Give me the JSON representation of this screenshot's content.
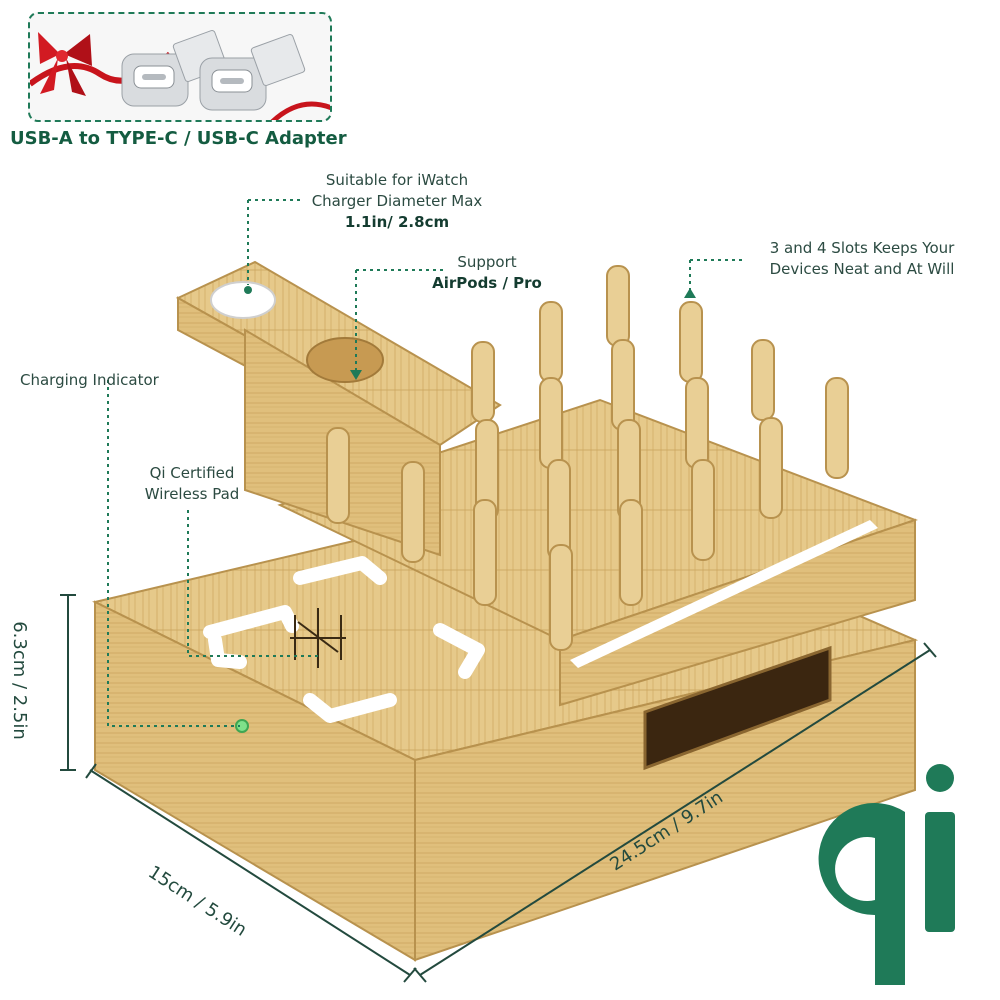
{
  "adapter": {
    "caption": "USB-A to TYPE-C / USB-C Adapter"
  },
  "callouts": {
    "iwatch": {
      "line1": "Suitable for iWatch",
      "line2": "Charger Diameter Max",
      "line3": "1.1in/ 2.8cm"
    },
    "airpods": {
      "line1": "Support",
      "line2": "AirPods / Pro"
    },
    "slots": {
      "line1": "3 and 4 Slots Keeps Your",
      "line2": "Devices Neat and At Will"
    },
    "indicator": {
      "line1": "Charging Indicator"
    },
    "qi_pad": {
      "line1": "Qi Certified",
      "line2": "Wireless Pad"
    }
  },
  "dimensions": {
    "height": "6.3cm / 2.5in",
    "width": "15cm / 5.9in",
    "length": "24.5cm / 9.7in"
  },
  "logo": {
    "name": "qi-logo",
    "text": "qi"
  },
  "colors": {
    "accent": "#1f7a58",
    "bamboo": "#e5c787",
    "bamboo_dark": "#c9a35c",
    "indicator_green": "#7fe08a"
  }
}
